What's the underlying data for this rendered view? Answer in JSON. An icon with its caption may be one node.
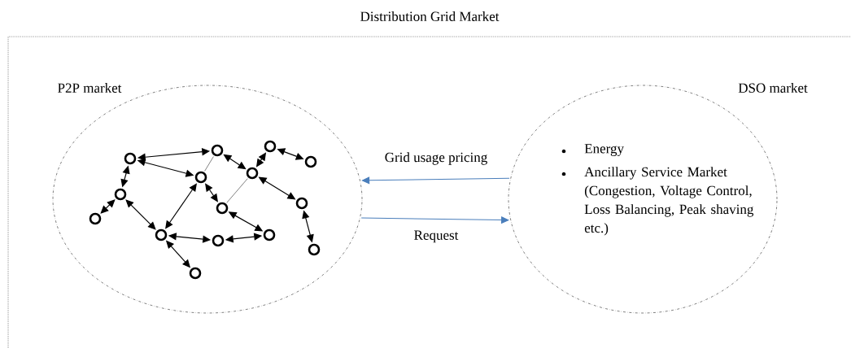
{
  "diagram": {
    "nodes": [
      {
        "text": [
          "Distribution Grid Market"
        ]
      },
      {
        "text": [
          "P2P market"
        ],
        "in": 0
      },
      {
        "text": [
          "DSO market",
          "Energy",
          "Ancillary Service Market (Congestion, Voltage Control, Loss Balancing, Peak shaving etc.)"
        ],
        "in": 0
      },
      {
        "text": [],
        "shape": "circle",
        "in": 1
      },
      {
        "text": [],
        "shape": "circle",
        "in": 1
      },
      {
        "text": [],
        "shape": "circle",
        "in": 1
      },
      {
        "text": [],
        "shape": "circle",
        "in": 1
      },
      {
        "text": [],
        "shape": "circle",
        "in": 1
      },
      {
        "text": [],
        "shape": "circle",
        "in": 1
      },
      {
        "text": [],
        "shape": "circle",
        "in": 1
      },
      {
        "text": [],
        "shape": "circle",
        "in": 1
      },
      {
        "text": [],
        "shape": "circle",
        "in": 1
      },
      {
        "text": [],
        "shape": "circle",
        "in": 1
      },
      {
        "text": [],
        "shape": "circle",
        "in": 1
      },
      {
        "text": [],
        "shape": "circle",
        "in": 1
      },
      {
        "text": [],
        "shape": "circle",
        "in": 1
      },
      {
        "text": [],
        "shape": "circle",
        "in": 1
      },
      {
        "text": [],
        "shape": "circle",
        "in": 1
      }
    ],
    "edges": [
      {
        "from": 2,
        "to": 1,
        "arrow": "to",
        "label": "Grid usage pricing",
        "color": "#4a7ebb"
      },
      {
        "from": 1,
        "to": 2,
        "arrow": "to",
        "label": "Request",
        "color": "#4a7ebb"
      },
      {
        "from": 3,
        "to": 4,
        "arrow": "both"
      },
      {
        "from": 3,
        "to": 5,
        "arrow": "both"
      },
      {
        "from": 3,
        "to": 6,
        "arrow": "both"
      },
      {
        "from": 6,
        "to": 7,
        "arrow": "both"
      },
      {
        "from": 6,
        "to": 12,
        "arrow": "both"
      },
      {
        "from": 12,
        "to": 5,
        "arrow": "both"
      },
      {
        "from": 12,
        "to": 13,
        "arrow": "both"
      },
      {
        "from": 12,
        "to": 17,
        "arrow": "both"
      },
      {
        "from": 13,
        "to": 14,
        "arrow": "both"
      },
      {
        "from": 11,
        "to": 14,
        "arrow": "both"
      },
      {
        "from": 5,
        "to": 11,
        "arrow": "both"
      },
      {
        "from": 4,
        "to": 8,
        "arrow": "both"
      },
      {
        "from": 8,
        "to": 9,
        "arrow": "both"
      },
      {
        "from": 9,
        "to": 10,
        "arrow": "both"
      },
      {
        "from": 8,
        "to": 15,
        "arrow": "both"
      },
      {
        "from": 15,
        "to": 16,
        "arrow": "both"
      },
      {
        "from": 4,
        "to": 5,
        "arrow": "none"
      },
      {
        "from": 8,
        "to": 11,
        "arrow": "none"
      }
    ]
  }
}
